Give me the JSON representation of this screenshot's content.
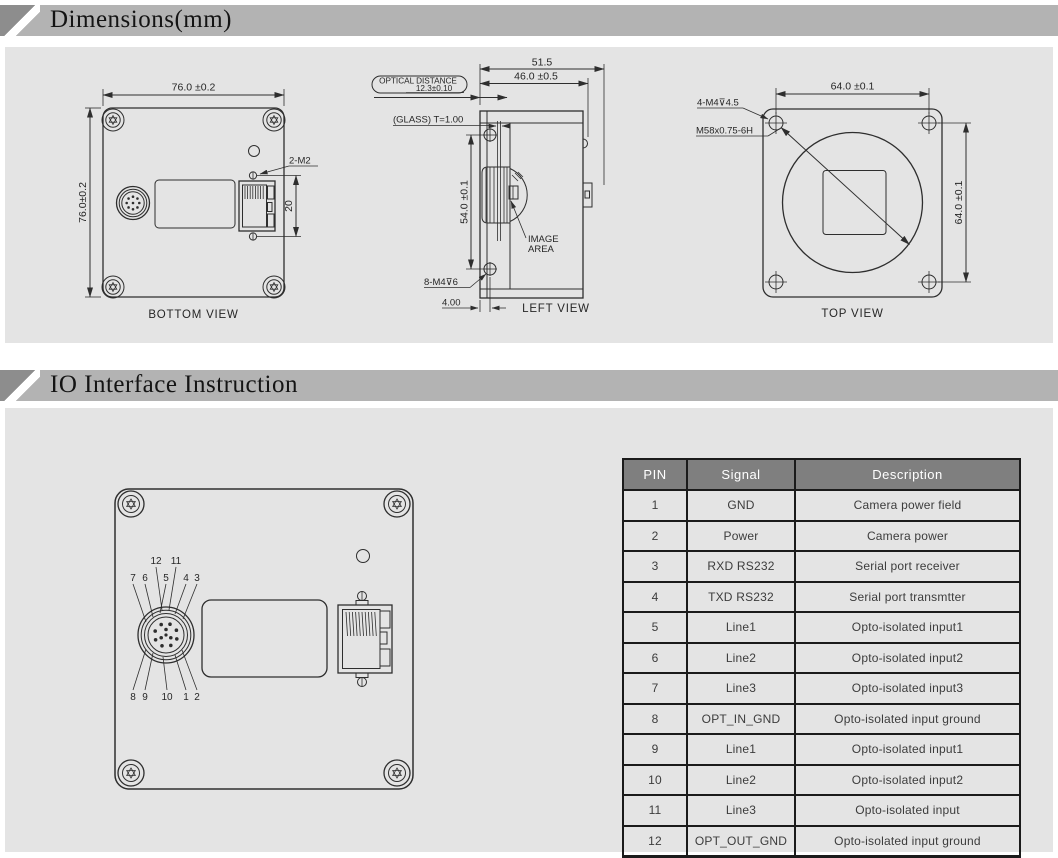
{
  "sections": {
    "dimensions_title": "Dimensions(mm)",
    "io_title": "IO Interface Instruction"
  },
  "bottom_view": {
    "caption": "BOTTOM VIEW",
    "dim_width": "76.0 ±0.2",
    "dim_height": "76.0±0.2",
    "screw_label": "2-M2",
    "connector_dim": "20"
  },
  "left_view": {
    "caption": "LEFT VIEW",
    "dim_total": "51.5",
    "dim_depth": "46.0 ±0.5",
    "balloon_line1": "OPTICAL DISTANCE",
    "balloon_line2": "12.3±0.10",
    "glass_label": "(GLASS) T=1.00",
    "dim_height": "54.0 ±0.1",
    "image_area_line1": "IMAGE",
    "image_area_line2": "AREA",
    "thread_label": "8-M4⊽6",
    "offset_dim": "4.00"
  },
  "top_view": {
    "caption": "TOP VIEW",
    "dim_width": "64.0 ±0.1",
    "dim_height": "64.0 ±0.1",
    "screw_label": "4-M4⊽4.5",
    "thread_label": "M58x0.75-6H"
  },
  "io_view": {
    "pins_top_upper": [
      "12",
      "11"
    ],
    "pins_top_lower": [
      "7",
      "6",
      "5",
      "4",
      "3"
    ],
    "pins_bottom": [
      "8",
      "9",
      "10",
      "1",
      "2"
    ]
  },
  "io_table": {
    "headers": [
      "PIN",
      "Signal",
      "Description"
    ],
    "rows": [
      {
        "pin": "1",
        "signal": "GND",
        "description": "Camera power field"
      },
      {
        "pin": "2",
        "signal": "Power",
        "description": "Camera power"
      },
      {
        "pin": "3",
        "signal": "RXD RS232",
        "description": "Serial port receiver"
      },
      {
        "pin": "4",
        "signal": "TXD RS232",
        "description": "Serial port transmtter"
      },
      {
        "pin": "5",
        "signal": "Line1",
        "description": "Opto-isolated input1"
      },
      {
        "pin": "6",
        "signal": "Line2",
        "description": "Opto-isolated input2"
      },
      {
        "pin": "7",
        "signal": "Line3",
        "description": "Opto-isolated input3"
      },
      {
        "pin": "8",
        "signal": "OPT_IN_GND",
        "description": "Opto-isolated input ground"
      },
      {
        "pin": "9",
        "signal": "Line1",
        "description": "Opto-isolated input1"
      },
      {
        "pin": "10",
        "signal": "Line2",
        "description": "Opto-isolated input2"
      },
      {
        "pin": "11",
        "signal": "Line3",
        "description": "Opto-isolated input"
      },
      {
        "pin": "12",
        "signal": "OPT_OUT_GND",
        "description": "Opto-isolated input ground"
      }
    ]
  }
}
